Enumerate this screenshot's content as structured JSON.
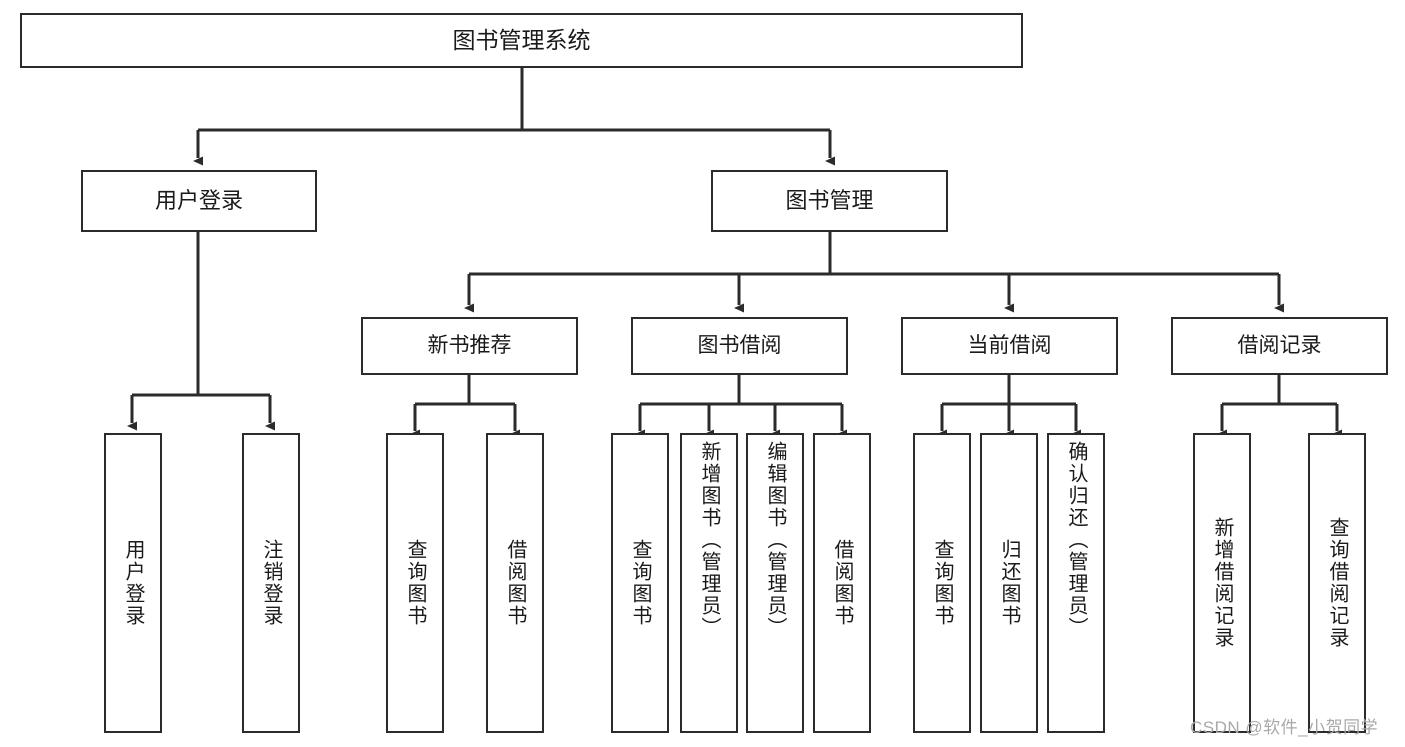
{
  "diagram": {
    "type": "tree",
    "title": "图书管理系统",
    "orientation": "top-down",
    "line_color": "#2b2b2b",
    "box_border_color": "#2b2b2b",
    "box_fill_color": "#ffffff",
    "text_color": "#1a1a1a",
    "watermark": "CSDN @软件_小贺同学"
  },
  "nodes": {
    "root": {
      "label": "图书管理系统"
    },
    "level2": [
      {
        "label": "用户登录"
      },
      {
        "label": "图书管理"
      }
    ],
    "level3": [
      {
        "label": "新书推荐"
      },
      {
        "label": "图书借阅"
      },
      {
        "label": "当前借阅"
      },
      {
        "label": "借阅记录"
      }
    ],
    "leaves": {
      "user_login": [
        {
          "label": "用户登录"
        },
        {
          "label": "注销登录"
        }
      ],
      "new_book": [
        {
          "label": "查询图书"
        },
        {
          "label": "借阅图书"
        }
      ],
      "book_borrow": [
        {
          "label": "查询图书"
        },
        {
          "label": "新增图书（管理员）"
        },
        {
          "label": "编辑图书（管理员）"
        },
        {
          "label": "借阅图书"
        }
      ],
      "current_borrow": [
        {
          "label": "查询图书"
        },
        {
          "label": "归还图书"
        },
        {
          "label": "确认归还（管理员）"
        }
      ],
      "borrow_record": [
        {
          "label": "新增借阅记录"
        },
        {
          "label": "查询借阅记录"
        }
      ]
    }
  }
}
